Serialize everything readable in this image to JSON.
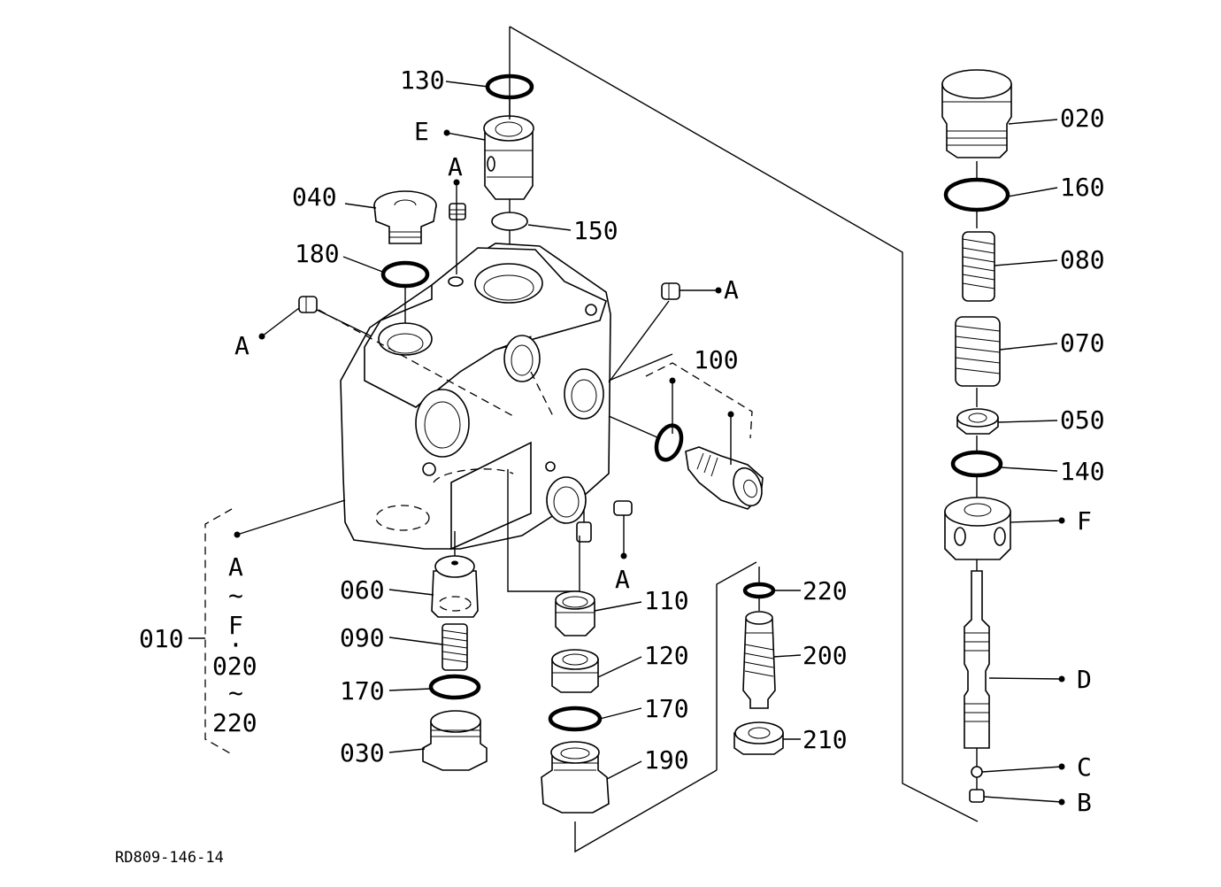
{
  "diagram": {
    "drawing_code": "RD809-146-14",
    "labels": {
      "p130": "130",
      "pE": "E",
      "pA_top": "A",
      "p040": "040",
      "p150": "150",
      "p180": "180",
      "pA_right": "A",
      "pA_left": "A",
      "p100": "100",
      "p010": "010",
      "p010_a": "A",
      "p010_t1": "~",
      "p010_f": "F",
      "p010_sep": "·",
      "p010_020": "020",
      "p010_t2": "~",
      "p010_220": "220",
      "p060": "060",
      "p090": "090",
      "p170a": "170",
      "p030": "030",
      "p110": "110",
      "pA_bottom": "A",
      "p120": "120",
      "p170b": "170",
      "p190": "190",
      "p220": "220",
      "p200": "200",
      "p210": "210",
      "p020": "020",
      "p160": "160",
      "p080": "080",
      "p070": "070",
      "p050": "050",
      "p140": "140",
      "pF": "F",
      "pD": "D",
      "pC": "C",
      "pB": "B"
    }
  }
}
